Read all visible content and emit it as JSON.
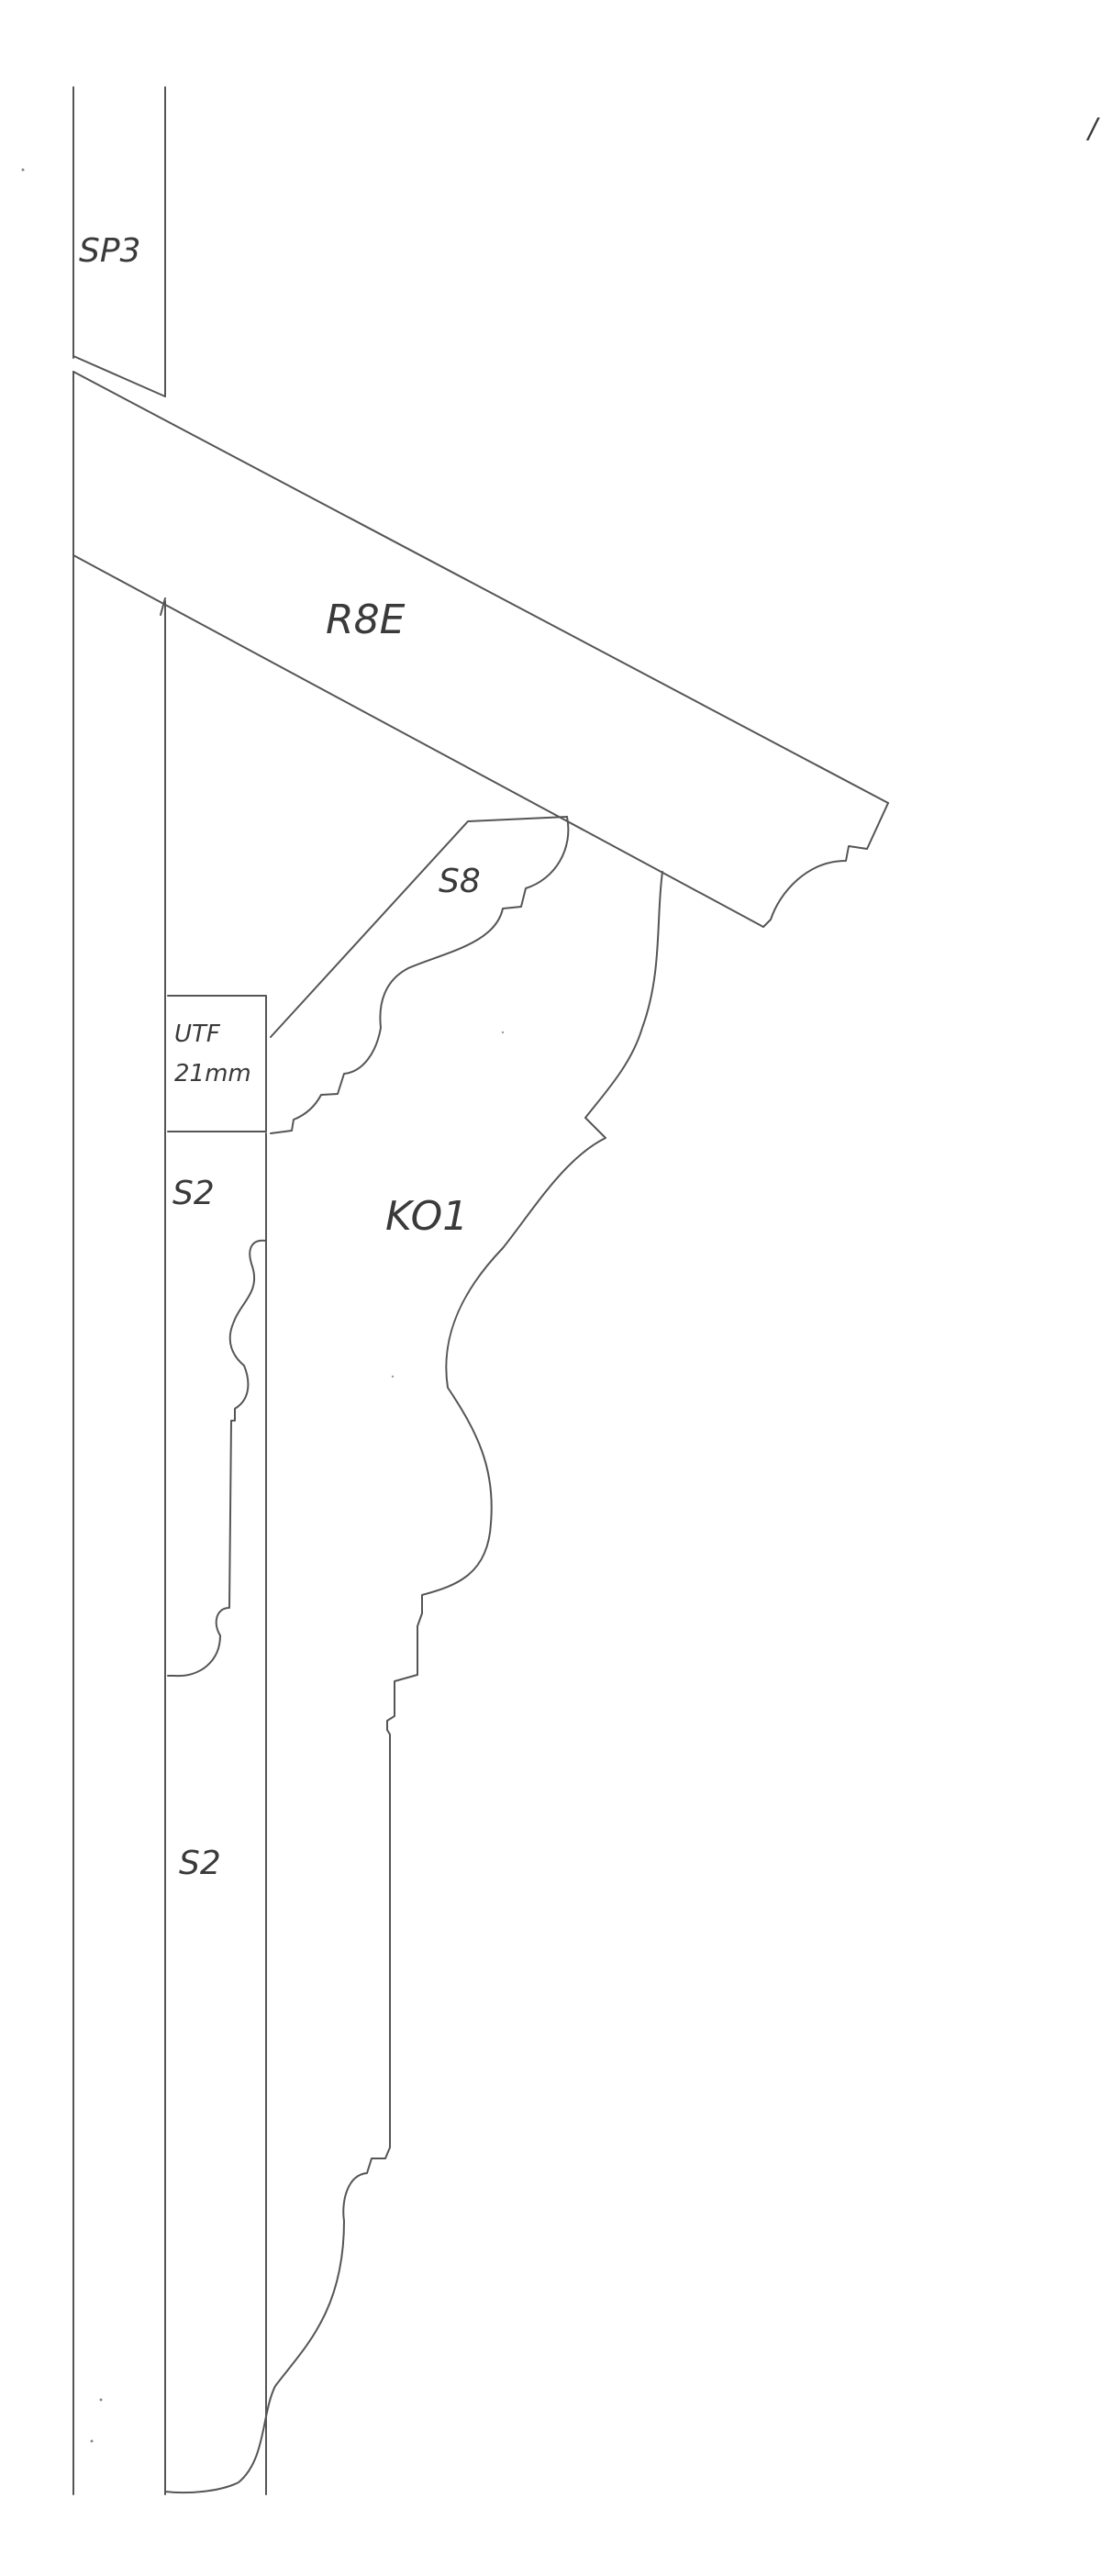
{
  "drawing": {
    "corner_mark": "/",
    "labels": {
      "top_post": "SP3",
      "rafter": "R8E",
      "small_brace": "S8",
      "spacer_line1": "UTF",
      "spacer_line2": "21mm",
      "upper_strip": "S2",
      "bracket": "KO1",
      "lower_strip": "S2"
    }
  }
}
